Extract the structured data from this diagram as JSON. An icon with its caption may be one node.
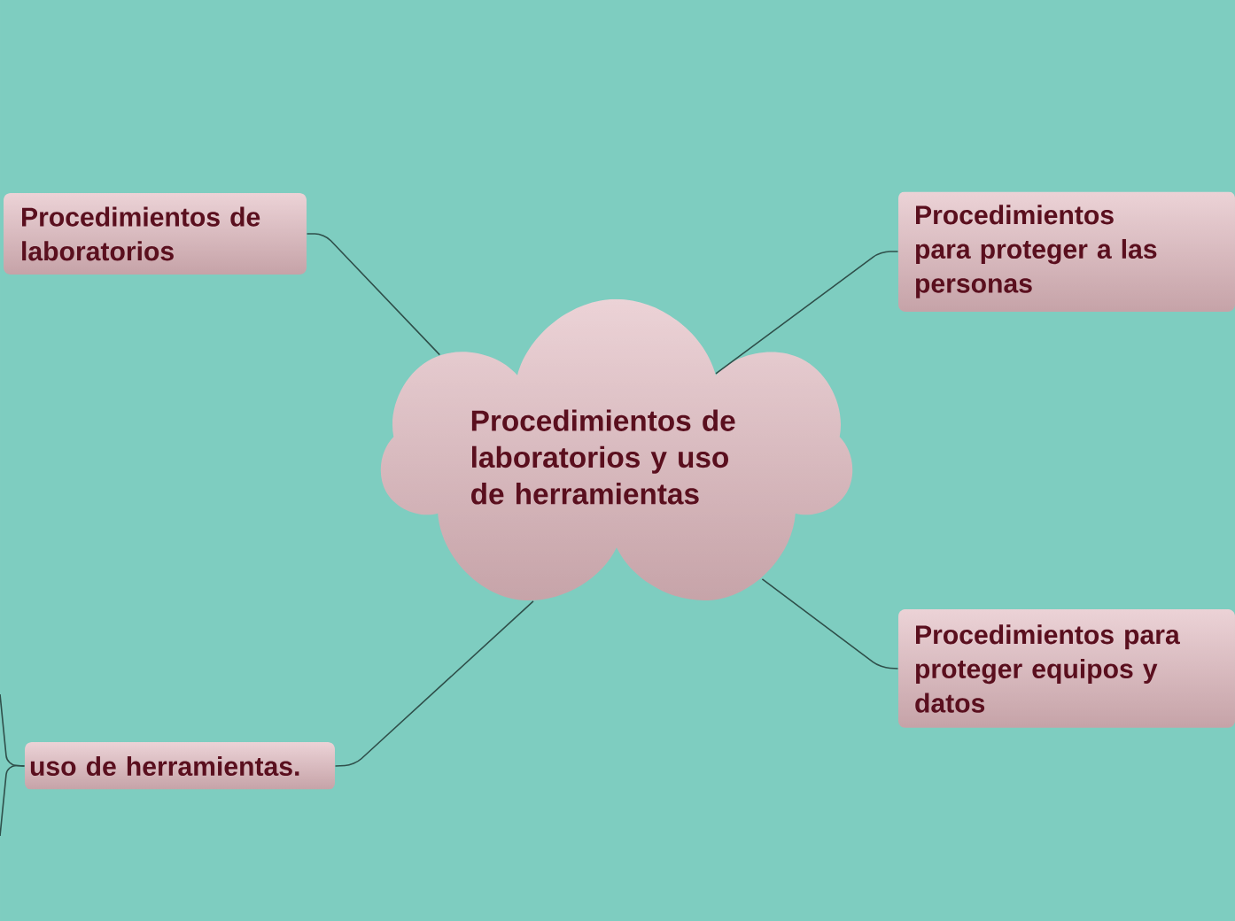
{
  "diagram": {
    "nodes": [
      {
        "text": [
          "Procedimientos de laboratorios y uso de herramientas"
        ]
      },
      {
        "text": [
          "Procedimientos de laboratorios"
        ]
      },
      {
        "text": [
          "Procedimientos para proteger a las personas"
        ]
      },
      {
        "text": [
          "Procedimientos para proteger equipos y datos"
        ]
      },
      {
        "text": [
          "uso de herramientas."
        ]
      }
    ],
    "edges": [
      {
        "from": 0,
        "to": 1,
        "arrow": "none"
      },
      {
        "from": 0,
        "to": 2,
        "arrow": "none"
      },
      {
        "from": 0,
        "to": 3,
        "arrow": "none"
      },
      {
        "from": 0,
        "to": 4,
        "arrow": "none"
      },
      {
        "from": 4,
        "to": null,
        "arrow": "none"
      },
      {
        "from": 4,
        "to": null,
        "arrow": "none"
      }
    ]
  }
}
